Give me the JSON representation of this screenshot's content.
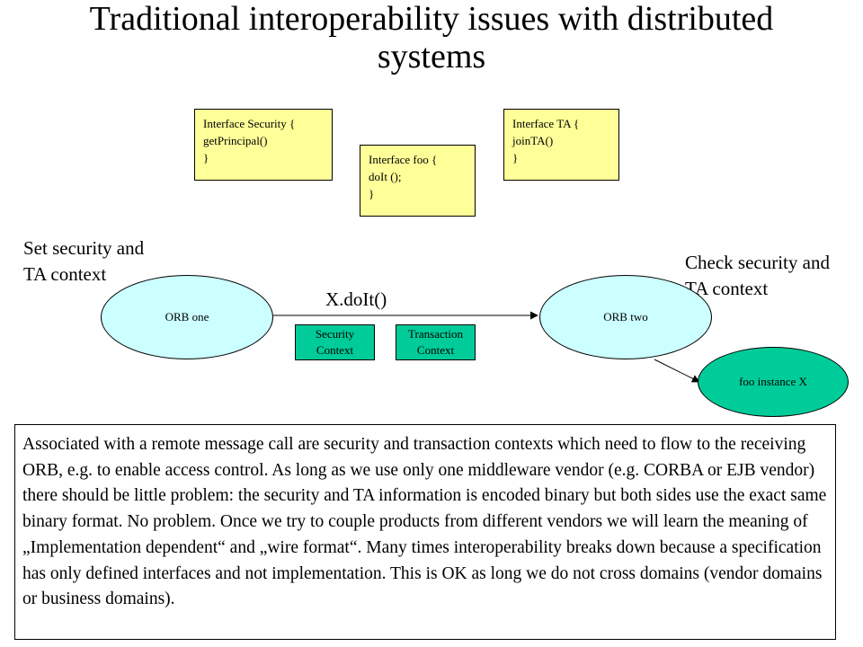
{
  "title": {
    "line1": "Traditional interoperability issues with distributed",
    "line2": "systems"
  },
  "interfaces": {
    "security": {
      "line1": "Interface Security {",
      "line2": "getPrincipal()",
      "line3": "}"
    },
    "foo": {
      "line1": "Interface foo {",
      "line2": "doIt ();",
      "line3": "}"
    },
    "ta": {
      "line1": "Interface TA {",
      "line2": "joinTA()",
      "line3": "}"
    }
  },
  "labels": {
    "left_line1": "Set security and",
    "left_line2": "TA context",
    "right_line1": "Check security and",
    "right_line2": "TA context",
    "call": "X.doIt()"
  },
  "nodes": {
    "orb_one": "ORB one",
    "orb_two": "ORB two",
    "foo_instance": "foo instance X"
  },
  "contexts": {
    "security": {
      "line1": "Security",
      "line2": "Context"
    },
    "transaction": {
      "line1": "Transaction",
      "line2": "Context"
    }
  },
  "colors": {
    "interface_fill": "#ffff99",
    "orb_fill": "#ccffff",
    "context_fill": "#00cc99"
  },
  "description": "Associated with a remote message call are security and transaction contexts which need to flow to the receiving ORB, e.g. to enable access control. As long as we use only one middleware vendor (e.g. CORBA or EJB vendor) there should be little problem: the security and TA information is encoded binary but both sides use the exact same binary format. No problem. Once we try to couple products from different vendors we will learn the meaning of „Implementation dependent“ and „wire format“. Many times interoperability breaks down because a specification has only defined interfaces and not implementation. This is OK as long we do not cross domains (vendor domains or business domains)."
}
